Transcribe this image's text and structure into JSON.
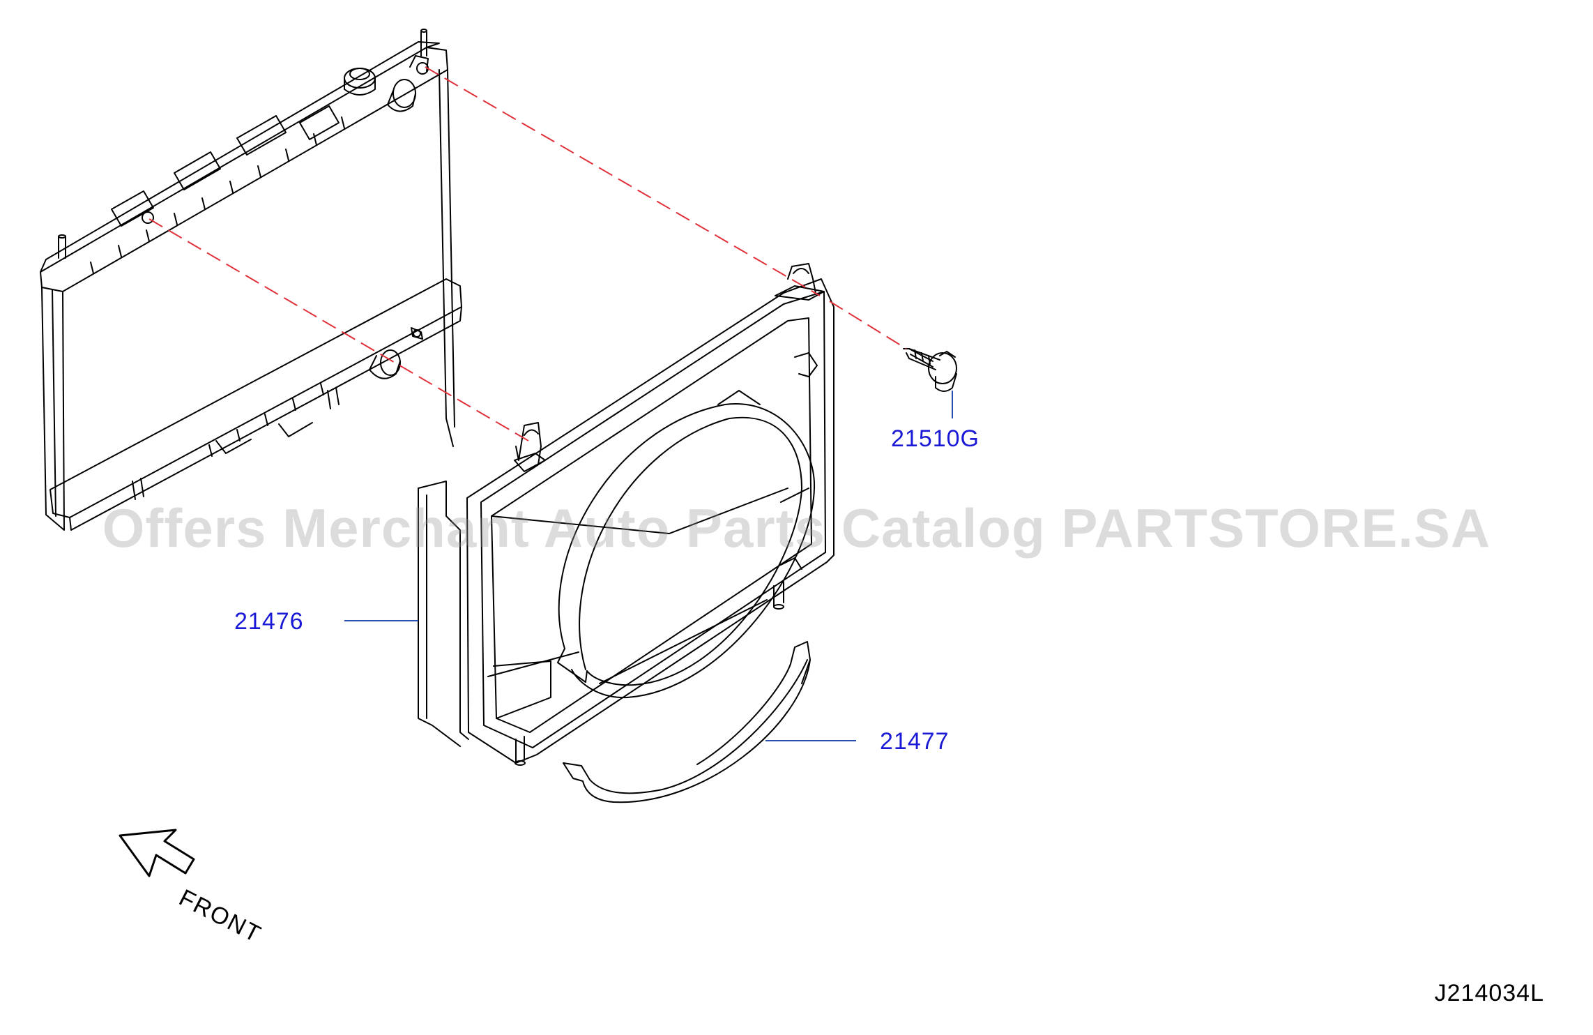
{
  "parts": [
    {
      "id": "p21510G",
      "number": "21510G"
    },
    {
      "id": "p21476",
      "number": "21476"
    },
    {
      "id": "p21477",
      "number": "21477"
    }
  ],
  "direction_label": "FRONT",
  "diagram_code": "J214034L",
  "watermark": "Offers Merchant Auto Parts Catalog PARTSTORE.SA",
  "colors": {
    "label": "#1a1ad6",
    "leader": "#2a4fb0",
    "linework": "#000000",
    "alignment_line": "#e0303a",
    "watermark": "#969696"
  },
  "icons": [
    "front-arrow-icon"
  ]
}
